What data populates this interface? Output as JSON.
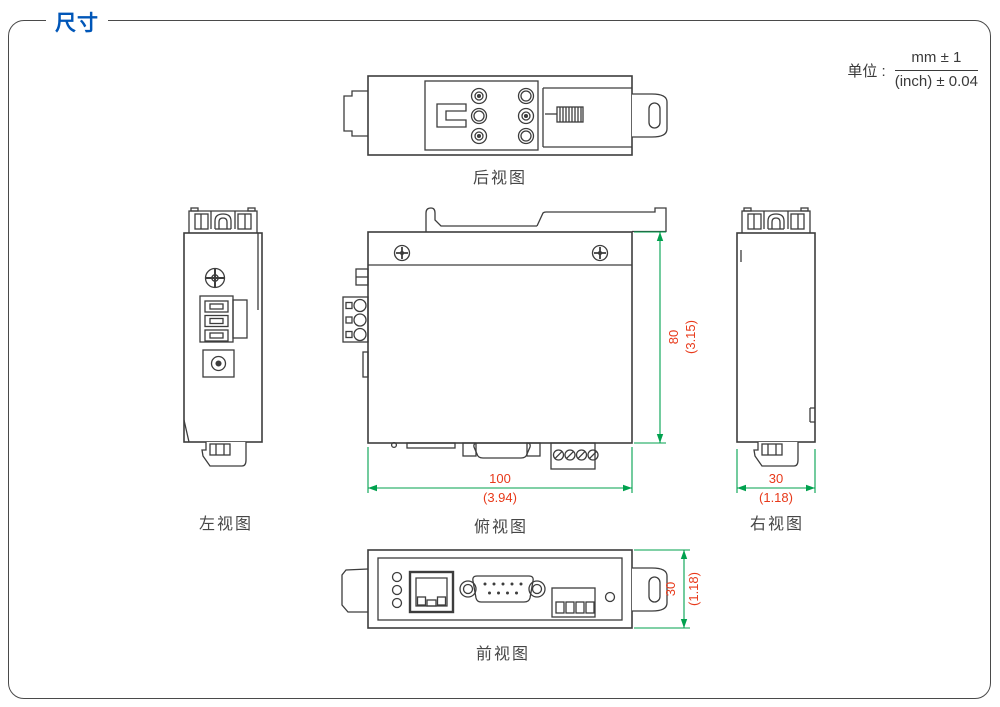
{
  "page": {
    "title": "尺寸",
    "unit_label": "单位 :",
    "unit_numerator": "mm ± 1",
    "unit_denominator": "(inch) ± 0.04"
  },
  "views": {
    "rear": {
      "caption": "后视图"
    },
    "left": {
      "caption": "左视图"
    },
    "top": {
      "caption": "俯视图",
      "width_mm": "100",
      "width_inch": "(3.94)",
      "height_mm": "80",
      "height_inch": "(3.15)"
    },
    "right": {
      "caption": "右视图",
      "width_mm": "30",
      "width_inch": "(1.18)"
    },
    "front": {
      "caption": "前视图",
      "height_mm": "30",
      "height_inch": "(1.18)"
    }
  },
  "colors": {
    "title_blue": "#0056b8",
    "dimension_text_red": "#e8391a",
    "dimension_line_green": "#00a14e",
    "line_art_gray": "#3d3d3d"
  }
}
